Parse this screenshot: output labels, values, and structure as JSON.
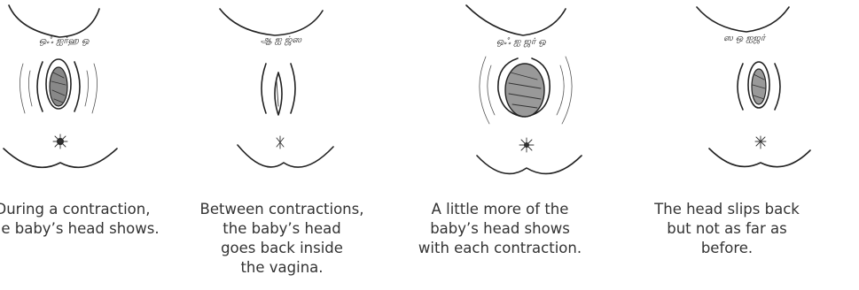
{
  "panels": [
    {
      "scribble": "ஒஃ ஐர்ஹ ஒ",
      "caption": [
        "During a contraction,",
        "the baby’s head shows."
      ],
      "head_size": "small"
    },
    {
      "scribble": "ஆ ஐ ஜ்ஸ",
      "caption": [
        "Between contractions,",
        "the baby’s head",
        "goes back inside",
        "the vagina."
      ],
      "head_size": "none"
    },
    {
      "scribble": "ஒஃ ஐ ஜர் ஒ",
      "caption": [
        "A little more of the",
        "baby’s head shows",
        "with each contraction."
      ],
      "head_size": "large"
    },
    {
      "scribble": "ஸ ஒ ஐஜர்",
      "caption": [
        "The head slips back",
        "but not as far as",
        "before."
      ],
      "head_size": "medium"
    }
  ]
}
